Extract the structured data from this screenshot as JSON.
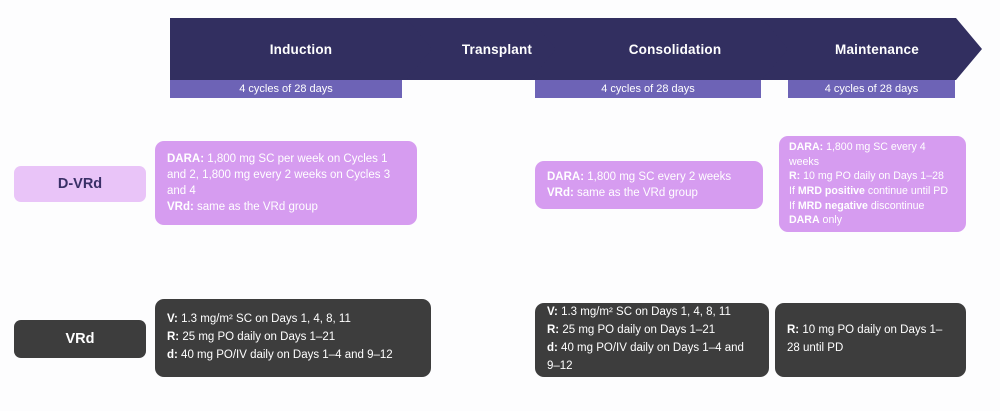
{
  "phases": [
    {
      "label": "Induction",
      "cycles": "4 cycles of 28 days"
    },
    {
      "label": "Transplant",
      "cycles": ""
    },
    {
      "label": "Consolidation",
      "cycles": "4 cycles of 28 days"
    },
    {
      "label": "Maintenance",
      "cycles": "4 cycles of 28 days"
    }
  ],
  "rows": {
    "dvrd": {
      "label": "D-VRd",
      "induction": {
        "lines": [
          [
            {
              "t": "DARA:",
              "b": true
            },
            {
              "t": " 1,800 mg SC per week on Cycles 1 and 2, 1,800 mg every 2 weeks on Cycles 3 and 4"
            }
          ],
          [
            {
              "t": "VRd:",
              "b": true
            },
            {
              "t": " same as the VRd group"
            }
          ]
        ]
      },
      "consolidation": {
        "lines": [
          [
            {
              "t": "DARA:",
              "b": true
            },
            {
              "t": " 1,800 mg SC every 2 weeks"
            }
          ],
          [
            {
              "t": "VRd:",
              "b": true
            },
            {
              "t": " same as the VRd group"
            }
          ]
        ]
      },
      "maintenance": {
        "lines": [
          [
            {
              "t": "DARA:",
              "b": true
            },
            {
              "t": " 1,800 mg SC every 4 weeks"
            }
          ],
          [
            {
              "t": "R:",
              "b": true
            },
            {
              "t": " 10 mg PO daily on Days 1–28"
            }
          ],
          [
            {
              "t": "If "
            },
            {
              "t": "MRD positive",
              "b": true
            },
            {
              "t": " continue until PD"
            }
          ],
          [
            {
              "t": "If "
            },
            {
              "t": "MRD negative",
              "b": true
            },
            {
              "t": " discontinue "
            },
            {
              "t": "DARA",
              "b": true
            },
            {
              "t": " only"
            }
          ]
        ]
      }
    },
    "vrd": {
      "label": "VRd",
      "induction": {
        "lines": [
          [
            {
              "t": "V:",
              "b": true
            },
            {
              "t": " 1.3 mg/m² SC on Days 1, 4, 8, 11"
            }
          ],
          [
            {
              "t": "R:",
              "b": true
            },
            {
              "t": " 25 mg PO daily on Days 1–21"
            }
          ],
          [
            {
              "t": "d:",
              "b": true
            },
            {
              "t": " 40 mg PO/IV daily on Days 1–4 and 9–12"
            }
          ]
        ]
      },
      "consolidation": {
        "lines": [
          [
            {
              "t": "V:",
              "b": true
            },
            {
              "t": " 1.3 mg/m² SC on Days 1, 4, 8, 11"
            }
          ],
          [
            {
              "t": "R:",
              "b": true
            },
            {
              "t": " 25 mg PO daily on Days 1–21"
            }
          ],
          [
            {
              "t": "d:",
              "b": true
            },
            {
              "t": " 40 mg PO/IV daily on Days 1–4 and 9–12"
            }
          ]
        ]
      },
      "maintenance": {
        "lines": [
          [
            {
              "t": "R:",
              "b": true
            },
            {
              "t": " 10 mg PO daily on Days 1–28 until PD"
            }
          ]
        ]
      }
    }
  },
  "colors": {
    "phase_arrow_bg": "#322f60",
    "cycle_bar_bg": "#6d63b6",
    "dvrd_box_bg": "#d69cf0",
    "dvrd_label_bg": "#e9c4f8",
    "dvrd_label_text": "#3a3067",
    "vrd_box_bg": "#3d3d3d",
    "text_on_dark": "#ffffff"
  }
}
